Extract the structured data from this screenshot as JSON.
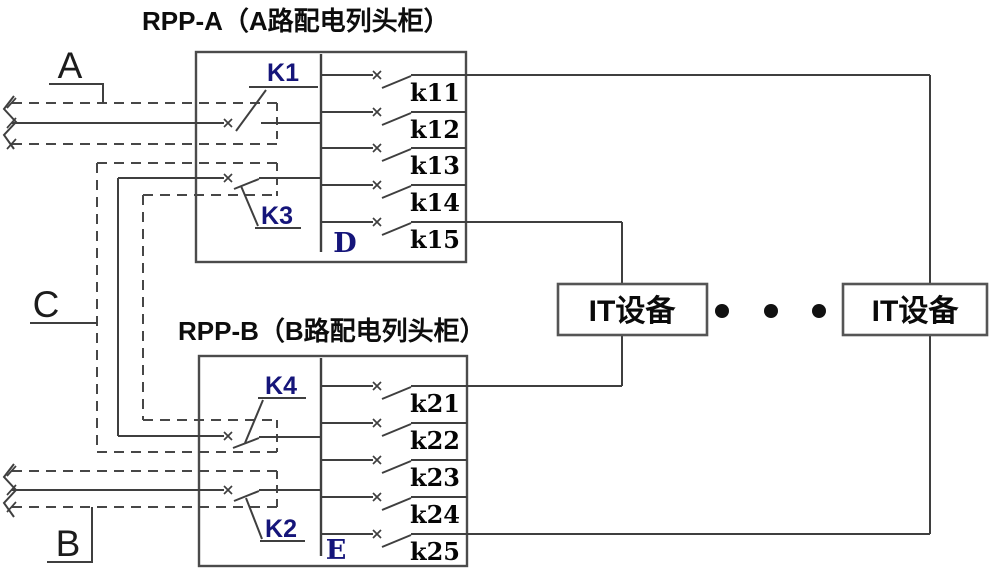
{
  "panel_a": {
    "title": "RPP-A（A路配电列头柜）",
    "main_switch": "K1",
    "backup_switch": "K3",
    "bus_label": "D",
    "branches": [
      "k11",
      "k12",
      "k13",
      "k14",
      "k15"
    ]
  },
  "panel_b": {
    "title": "RPP-B（B路配电列头柜）",
    "backup_switch": "K4",
    "main_switch": "K2",
    "bus_label": "E",
    "branches": [
      "k21",
      "k22",
      "k23",
      "k24",
      "k25"
    ]
  },
  "feeds": {
    "a": "A",
    "b": "B",
    "c": "C"
  },
  "it_devices": {
    "left": "IT设备",
    "right": "IT设备"
  },
  "colors": {
    "line": "#3f3f3f",
    "box": "#4b4b4b",
    "k_label": "#15157a",
    "text": "#0d0d0d",
    "background": "#ffffff"
  }
}
